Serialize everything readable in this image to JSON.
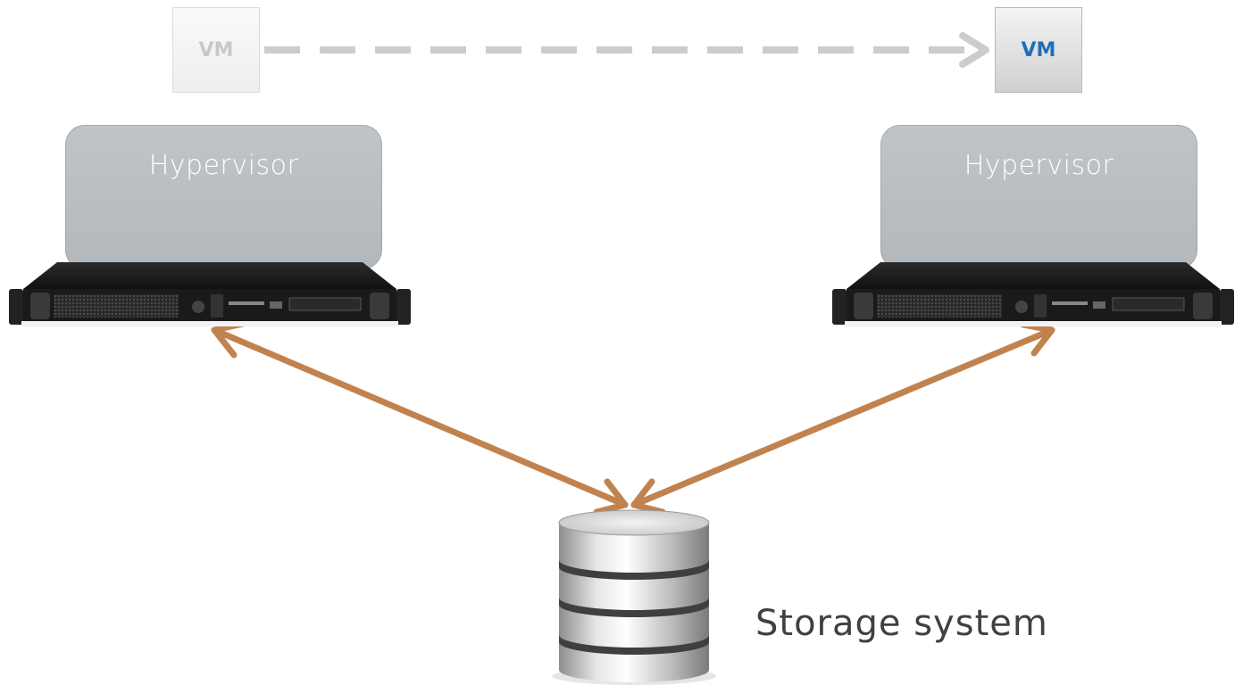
{
  "vm_source": {
    "label": "VM",
    "color": "#c8c8c8"
  },
  "vm_target": {
    "label": "VM",
    "color": "#1f6fb5"
  },
  "hypervisors": [
    {
      "label": "Hypervisor"
    },
    {
      "label": "Hypervisor"
    }
  ],
  "storage": {
    "label": "Storage system"
  },
  "colors": {
    "connector": "#c08350",
    "migration_arrow": "#cccccc",
    "hypervisor_fill": "#b9bec2"
  }
}
